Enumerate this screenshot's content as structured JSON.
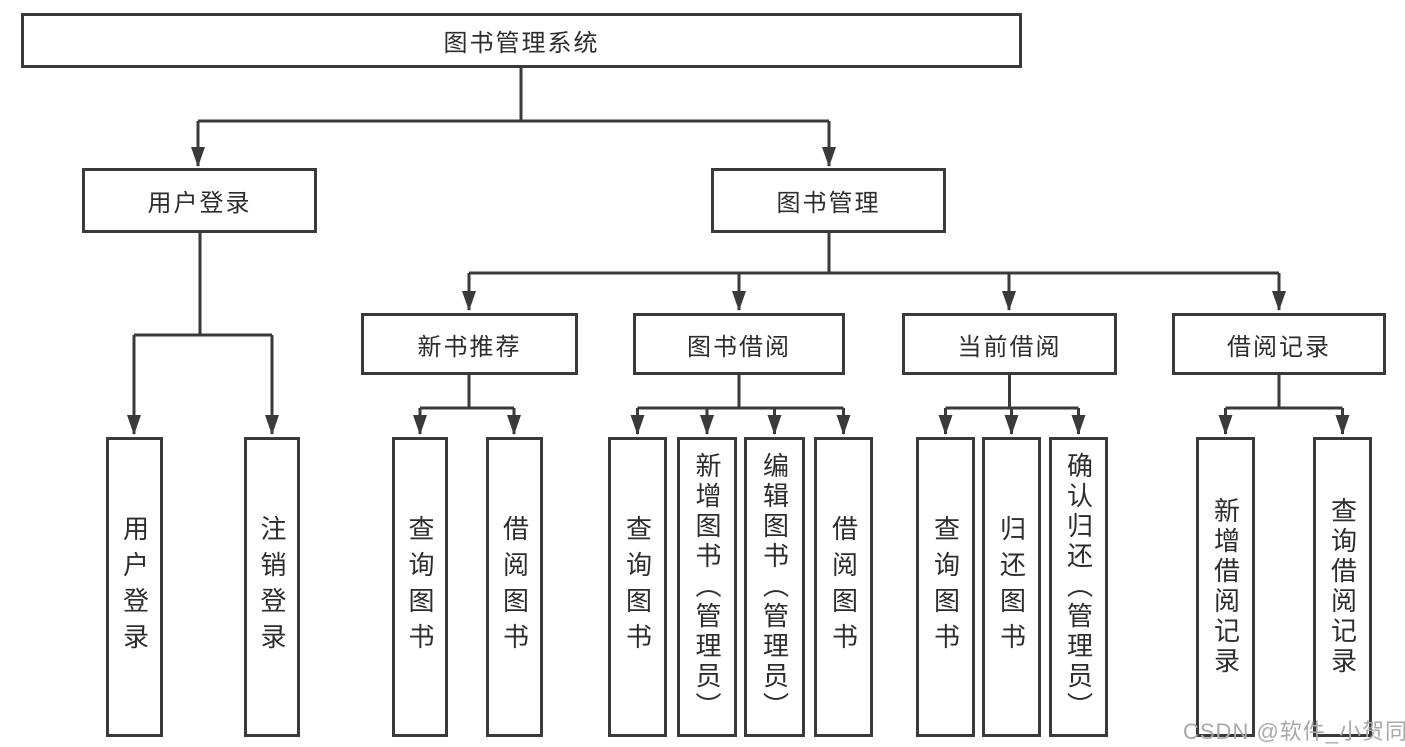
{
  "diagram": {
    "type": "tree",
    "root": {
      "label": "图书管理系统",
      "children": [
        {
          "label": "用户登录",
          "children": [
            {
              "label": "用户登录"
            },
            {
              "label": "注销登录"
            }
          ]
        },
        {
          "label": "图书管理",
          "children": [
            {
              "label": "新书推荐",
              "children": [
                {
                  "label": "查询图书"
                },
                {
                  "label": "借阅图书"
                }
              ]
            },
            {
              "label": "图书借阅",
              "children": [
                {
                  "label": "查询图书"
                },
                {
                  "label": "新增图书（管理员）"
                },
                {
                  "label": "编辑图书（管理员）"
                },
                {
                  "label": "借阅图书"
                }
              ]
            },
            {
              "label": "当前借阅",
              "children": [
                {
                  "label": "查询图书"
                },
                {
                  "label": "归还图书"
                },
                {
                  "label": "确认归还（管理员）"
                }
              ]
            },
            {
              "label": "借阅记录",
              "children": [
                {
                  "label": "新增借阅记录"
                },
                {
                  "label": "查询借阅记录"
                }
              ]
            }
          ]
        }
      ]
    }
  },
  "watermark": {
    "text": "CSDN @软件_小贺同学"
  },
  "colors": {
    "line": "#3a3a3a",
    "text": "#2d2d2d",
    "background": "#ffffff",
    "watermark": "#a9a9a9"
  }
}
